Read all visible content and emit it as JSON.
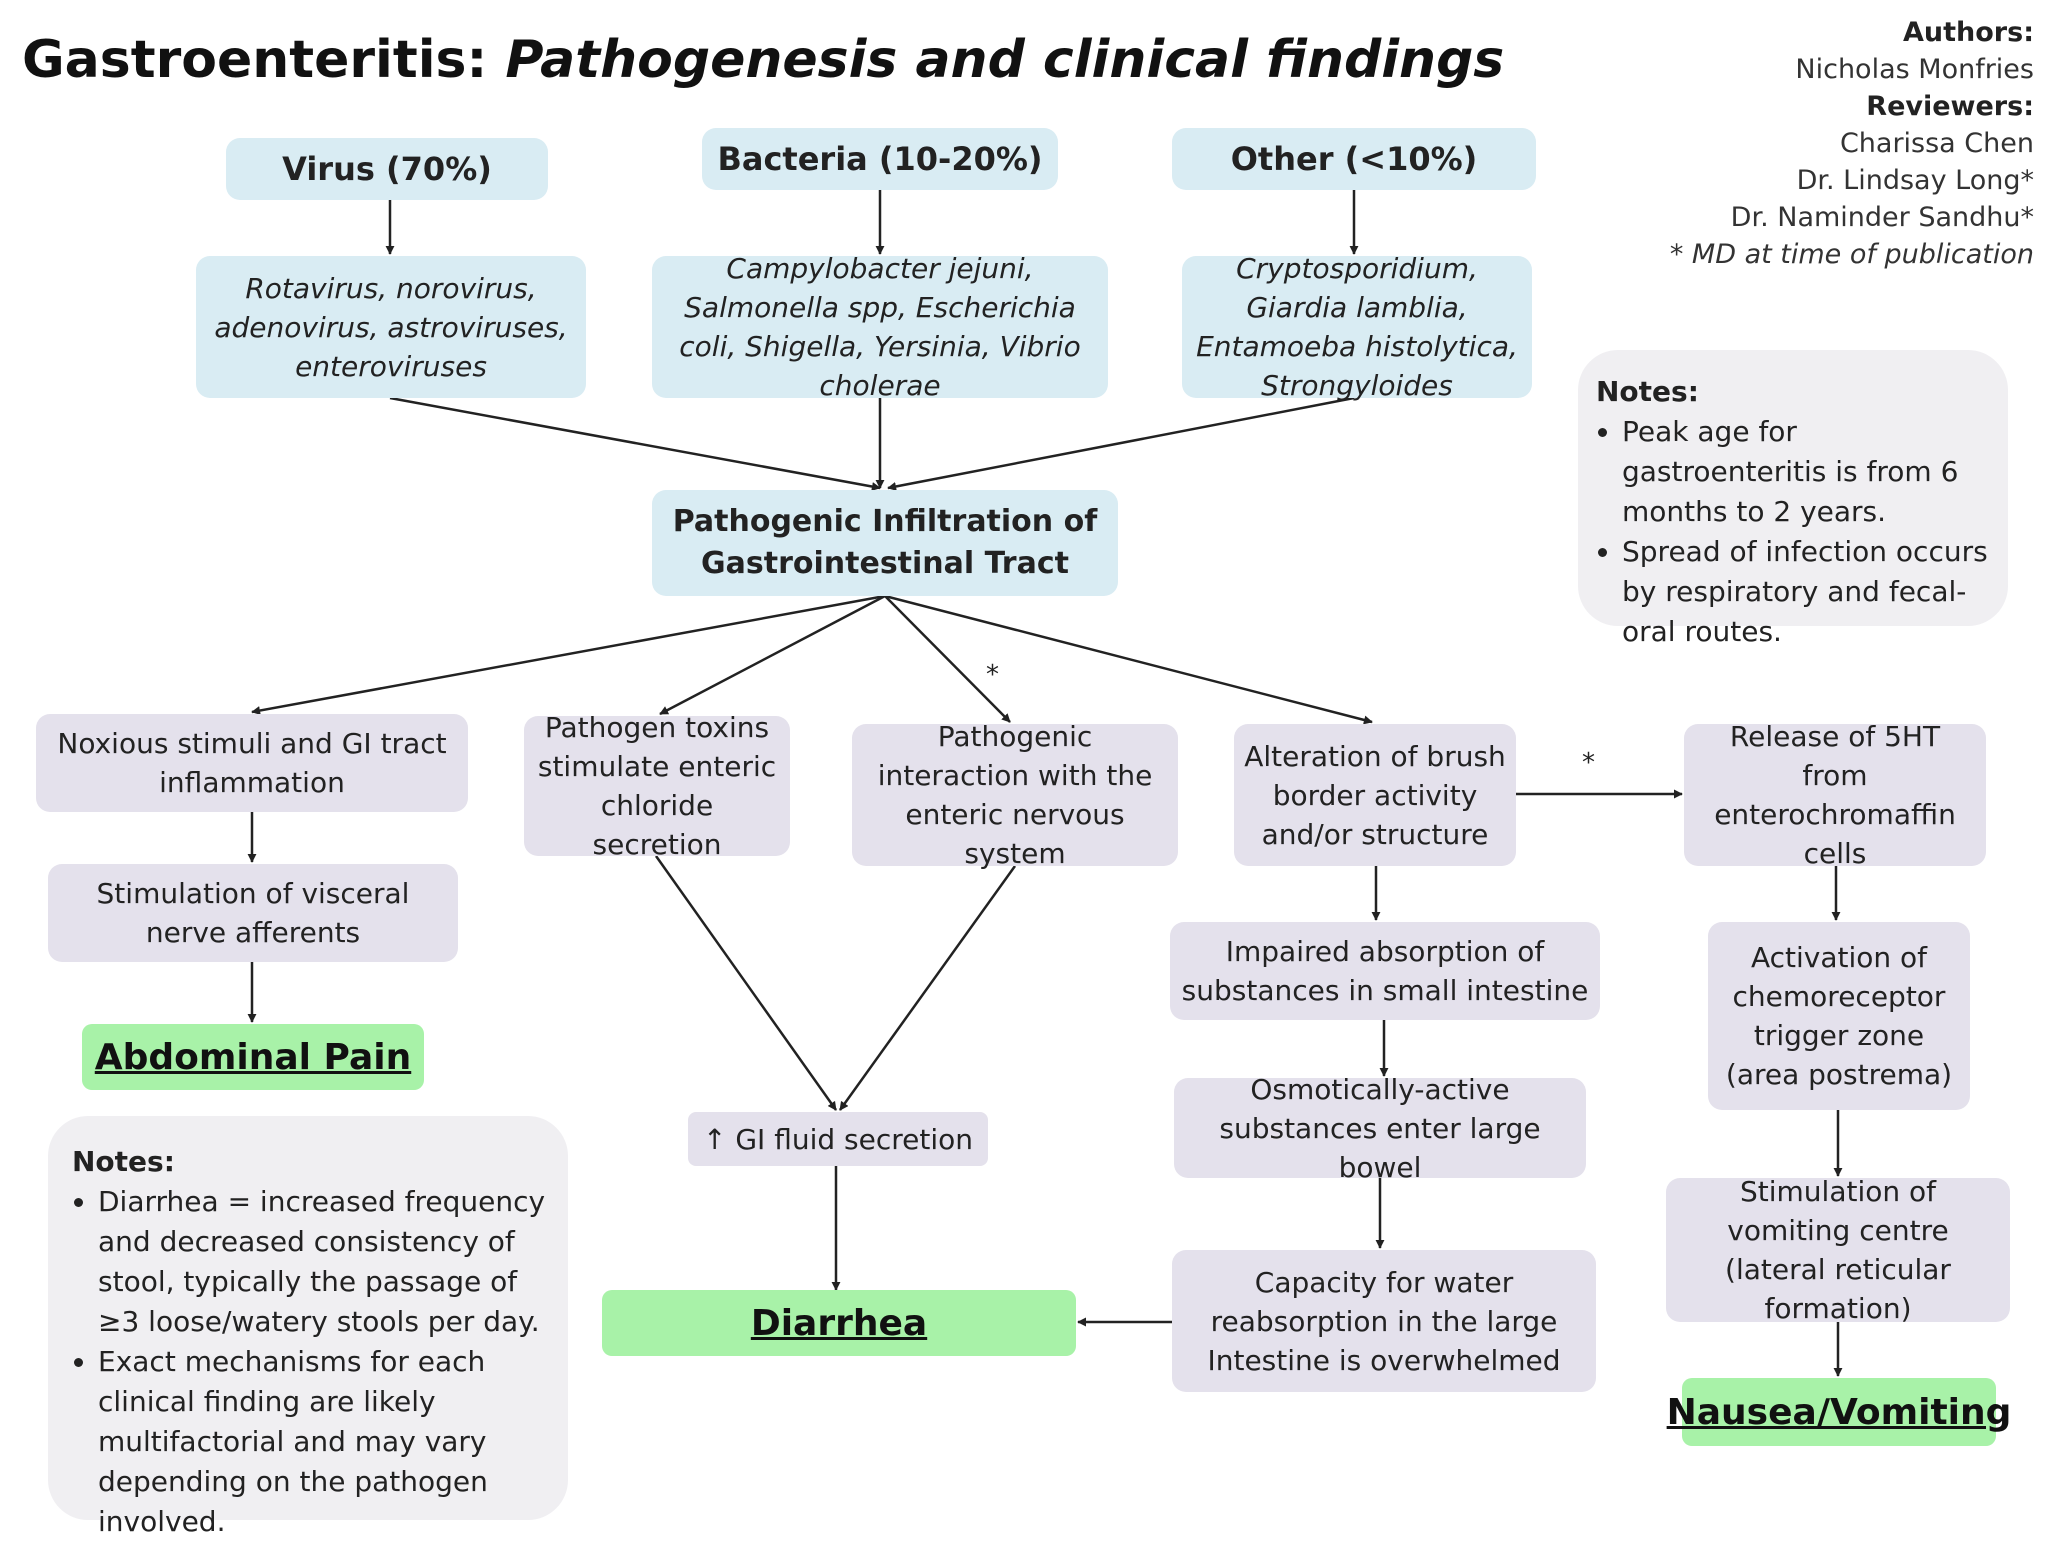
{
  "title": {
    "main": "Gastroenteritis:",
    "sub": "Pathogenesis and clinical findings"
  },
  "credits": {
    "authors_label": "Authors:",
    "author": "Nicholas Monfries",
    "reviewers_label": "Reviewers:",
    "reviewers": [
      "Charissa Chen",
      "Dr. Lindsay Long*",
      "Dr. Naminder Sandhu*"
    ],
    "footnote": "* MD at time of publication"
  },
  "categories": {
    "virus": {
      "label": "Virus (70%)",
      "examples": "Rotavirus, norovirus, adenovirus, astroviruses, enteroviruses"
    },
    "bacteria": {
      "label": "Bacteria (10-20%)",
      "examples": "Campylobacter jejuni, Salmonella spp, Escherichia coli, Shigella, Yersinia, Vibrio cholerae"
    },
    "other": {
      "label": "Other (<10%)",
      "examples": "Cryptosporidium, Giardia lamblia, Entamoeba histolytica, Strongyloides"
    }
  },
  "central": "Pathogenic Infiltration of Gastrointestinal Tract",
  "nodes": {
    "noxious": "Noxious stimuli and GI tract inflammation",
    "visceral": "Stimulation of visceral nerve afferents",
    "toxins": "Pathogen toxins stimulate enteric chloride secretion",
    "enteric": "Pathogenic interaction with the enteric nervous system",
    "brush": "Alteration of brush border activity and/or structure",
    "release5ht": "Release of 5HT from enterochromaffin cells",
    "fluid": "↑ GI fluid secretion",
    "impaired": "Impaired absorption of substances in small intestine",
    "osmotic": "Osmotically-active substances enter large bowel",
    "capacity": "Capacity for water reabsorption in the large Intestine is overwhelmed",
    "ctz": "Activation of chemoreceptor trigger zone (area postrema)",
    "vomiting_centre": "Stimulation of vomiting centre (lateral reticular formation)"
  },
  "outcomes": {
    "pain": "Abdominal Pain",
    "diarrhea": "Diarrhea",
    "nausea": "Nausea/Vomiting"
  },
  "markers": {
    "asterisk": "*"
  },
  "notes_right": {
    "heading": "Notes:",
    "items": [
      "Peak age for gastroenteritis is from  6 months to 2 years.",
      "Spread of infection occurs by respiratory and fecal-oral routes."
    ]
  },
  "notes_left": {
    "heading": "Notes:",
    "items": [
      "Diarrhea = increased frequency and decreased consistency of stool, typically the passage of ≥3 loose/watery stools per day.",
      "Exact mechanisms for each clinical finding are likely multifactorial and may vary depending on the pathogen involved."
    ]
  },
  "colors": {
    "blue_box": "#d9ecf3",
    "grey_box": "#e4e1ec",
    "green_box": "#a8f2a8",
    "notes_bg": "#f0eff2",
    "arrow": "#222222"
  }
}
